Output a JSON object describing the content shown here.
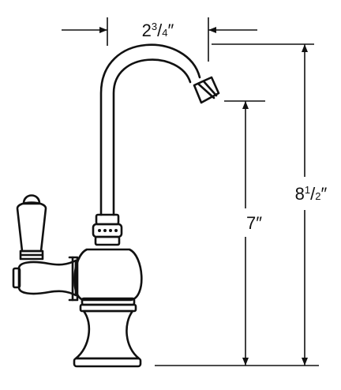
{
  "dimensions": {
    "spout_reach": {
      "whole": "2",
      "numerator": "3",
      "denominator": "4",
      "unit": "″"
    },
    "spout_height": {
      "whole": "7",
      "unit": "″"
    },
    "overall_height": {
      "whole": "8",
      "numerator": "1",
      "denominator": "2",
      "unit": "″"
    }
  },
  "colors": {
    "line": "#111111",
    "background": "#ffffff"
  }
}
